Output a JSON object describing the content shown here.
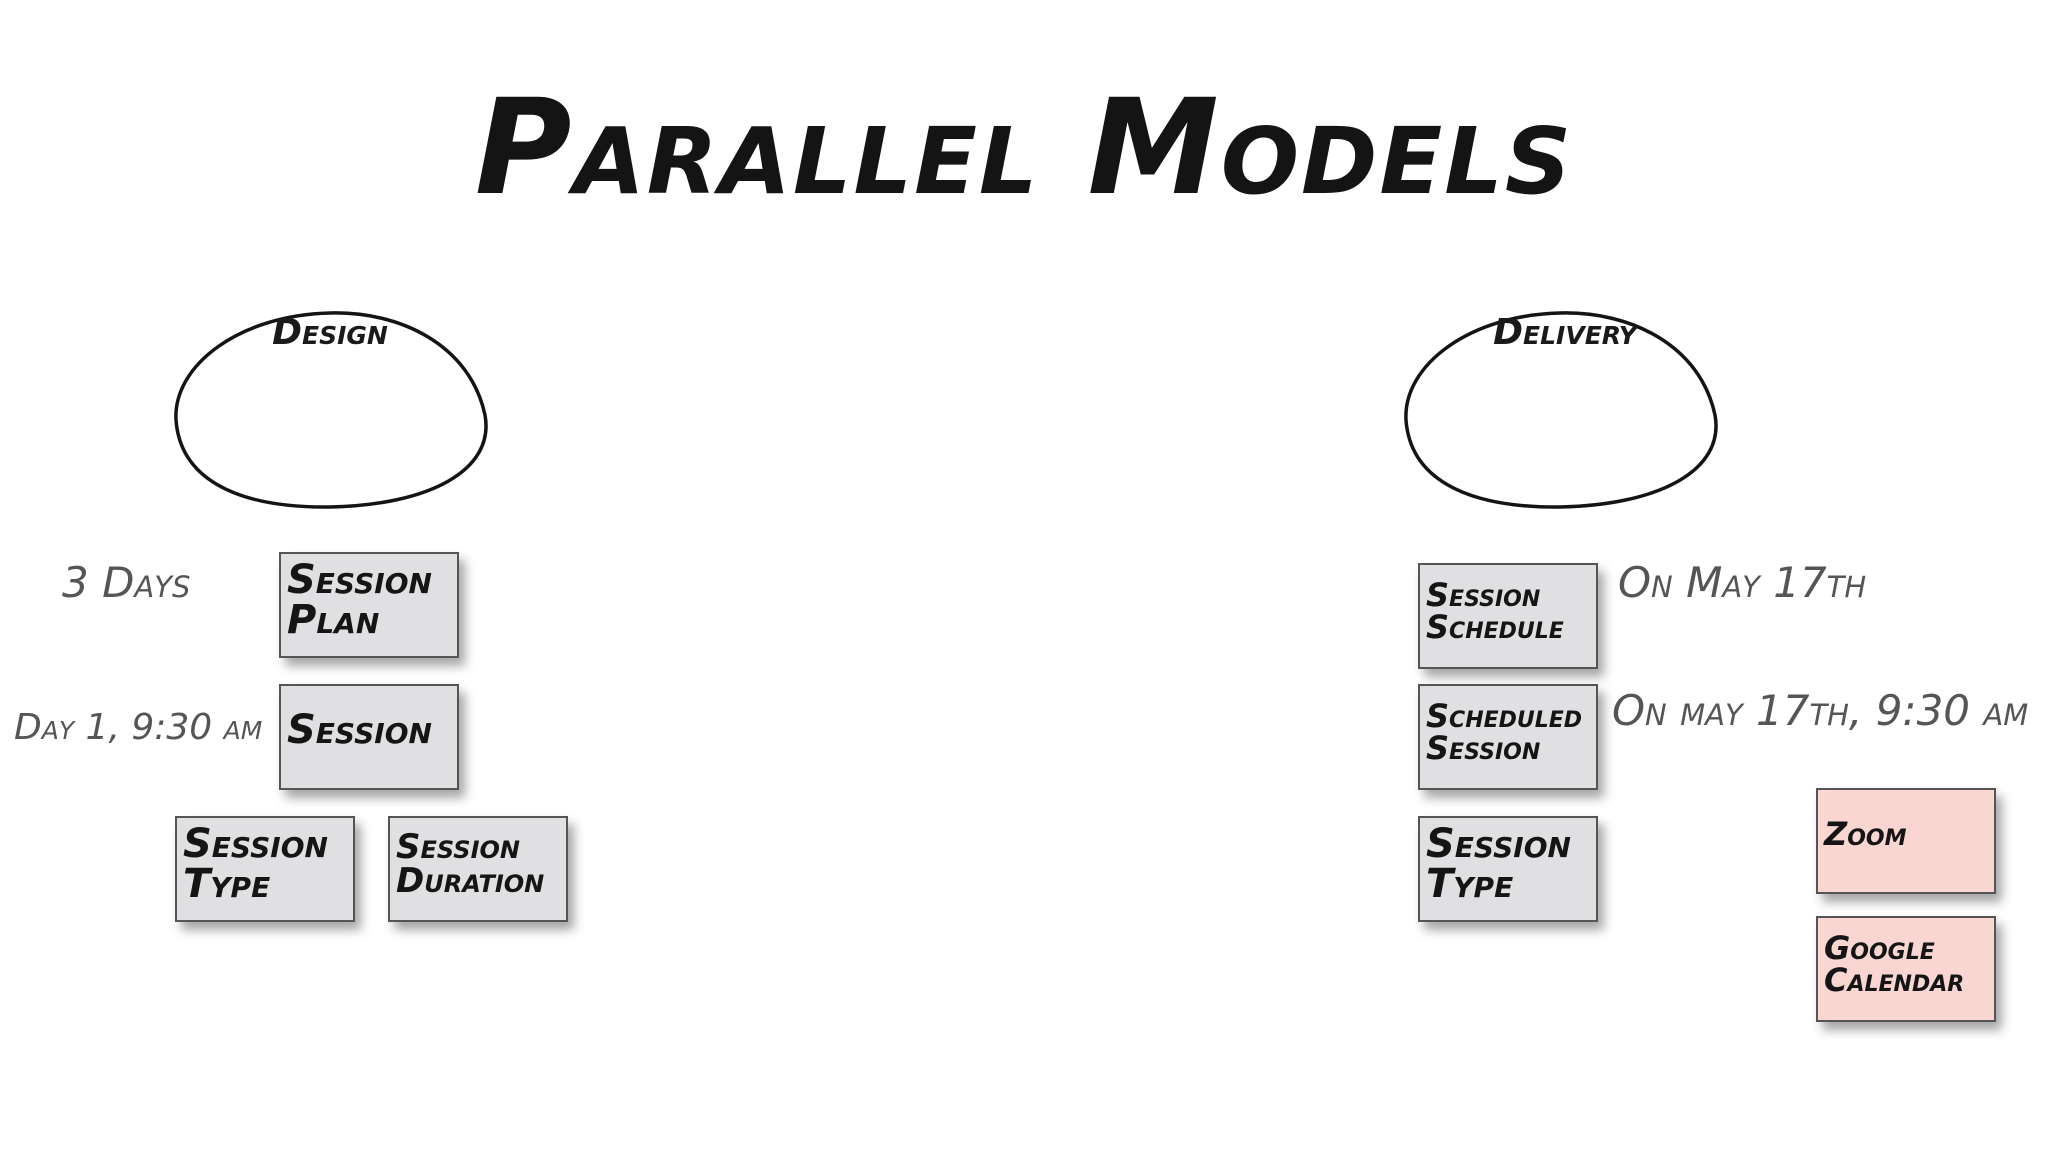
{
  "title": "Parallel Models",
  "design": {
    "label": "Design",
    "notes": {
      "duration": "3 Days",
      "time": "Day 1, 9:30 am"
    },
    "cards": {
      "session_plan": [
        "Session",
        "Plan"
      ],
      "session": [
        "Session"
      ],
      "session_type": [
        "Session",
        "Type"
      ],
      "session_duration": [
        "Session",
        "Duration"
      ]
    }
  },
  "delivery": {
    "label": "Delivery",
    "notes": {
      "date": "On May 17th",
      "datetime": "On may 17th, 9:30 am"
    },
    "cards": {
      "session_schedule": [
        "Session",
        "Schedule"
      ],
      "scheduled_session": [
        "Scheduled",
        "Session"
      ],
      "session_type": [
        "Session",
        "Type"
      ]
    },
    "external": {
      "zoom": [
        "Zoom"
      ],
      "google_calendar": [
        "Google",
        "Calendar"
      ]
    }
  },
  "colors": {
    "card_grey": "#e0e0e2",
    "card_pink": "#f9d6d2",
    "note_text": "#555555"
  }
}
